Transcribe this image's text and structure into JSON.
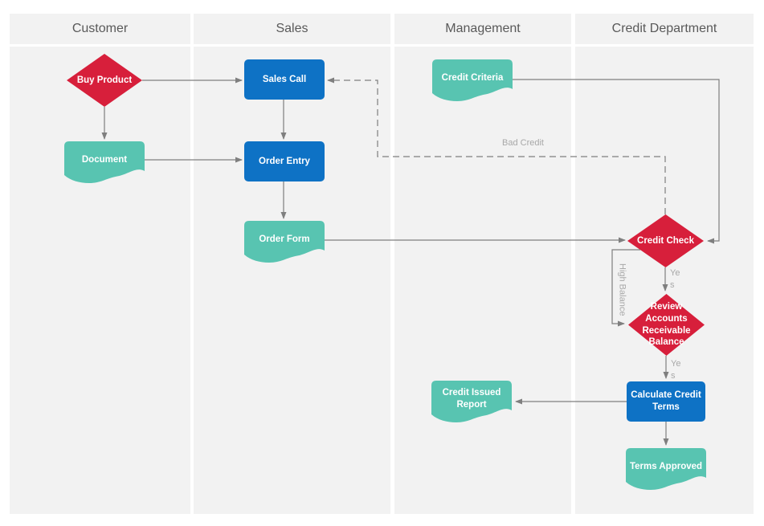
{
  "diagram": {
    "type": "swimlane-flowchart",
    "lanes": [
      {
        "label": "Customer"
      },
      {
        "label": "Sales"
      },
      {
        "label": "Management"
      },
      {
        "label": "Credit Department"
      }
    ],
    "nodes": {
      "buy_product": {
        "label": "Buy Product",
        "type": "decision"
      },
      "document": {
        "label": "Document",
        "type": "document"
      },
      "sales_call": {
        "label": "Sales Call",
        "type": "process"
      },
      "order_entry": {
        "label": "Order Entry",
        "type": "process"
      },
      "order_form": {
        "label": "Order Form",
        "type": "document"
      },
      "credit_criteria": {
        "label": "Credit Criteria",
        "type": "document"
      },
      "credit_check": {
        "label": "Credit Check",
        "type": "decision"
      },
      "review_ar_balance": {
        "label": "Review Accounts Receivable Balance",
        "type": "decision"
      },
      "calculate_credit_terms": {
        "label": "Calculate Credit Terms",
        "type": "process"
      },
      "credit_issued_report": {
        "label": "Credit Issued Report",
        "type": "document"
      },
      "terms_approved": {
        "label": "Terms Approved",
        "type": "document"
      }
    },
    "edge_labels": {
      "bad_credit": "Bad Credit",
      "high_balance": "High Balance",
      "yes_after_credit_check": "Ye\ns",
      "yes_after_review": "Ye\ns"
    },
    "colors": {
      "decision_fill": "#d71f3b",
      "process_fill": "#0e72c5",
      "document_fill": "#58c4b1",
      "lane_bg": "#f2f2f2",
      "connector": "#7f7f7f",
      "edge_label": "#a8a8a8",
      "header_text": "#595959",
      "node_text": "#ffffff"
    }
  }
}
